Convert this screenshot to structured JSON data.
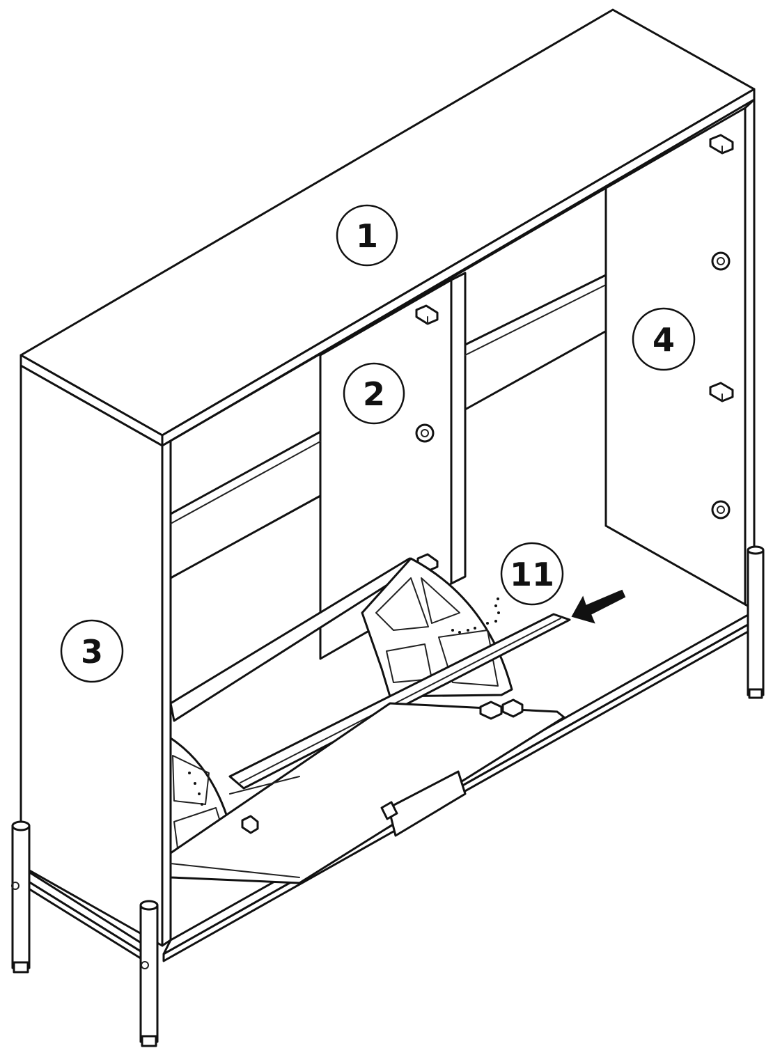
{
  "callouts": {
    "c1": "1",
    "c2": "2",
    "c3": "3",
    "c4": "4",
    "c11": "11"
  },
  "colors": {
    "line": "#111111",
    "background": "#ffffff"
  },
  "icons": {
    "arrow": "insert-direction-arrow-icon"
  }
}
